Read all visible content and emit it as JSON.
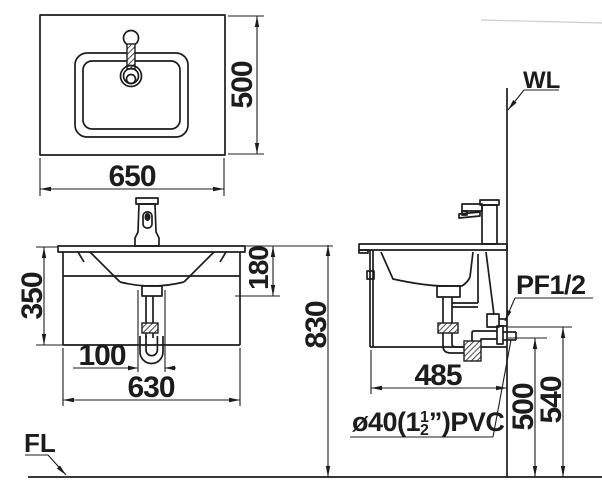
{
  "drawing_type": "washbasin installation dimension drawing",
  "views": {
    "plan": {
      "width": "650",
      "depth": "500"
    },
    "front": {
      "height": "350",
      "basin_depth": "180",
      "drain_offset": "100",
      "cabinet_width": "630"
    },
    "side": {
      "counter_height": "830",
      "cabinet_depth": "485",
      "drain_outlet_height": "500",
      "supply_height": "540"
    }
  },
  "labels": {
    "wall_line": "WL",
    "floor_line": "FL",
    "water_supply": "PF1/2",
    "drain_pipe_prefix": "ø40(1",
    "drain_pipe_frac_numerator": "1",
    "drain_pipe_frac_denominator": "2",
    "drain_pipe_suffix": "”)PVC"
  },
  "colors": {
    "line": "#1c1c1c",
    "background": "#ffffff"
  }
}
